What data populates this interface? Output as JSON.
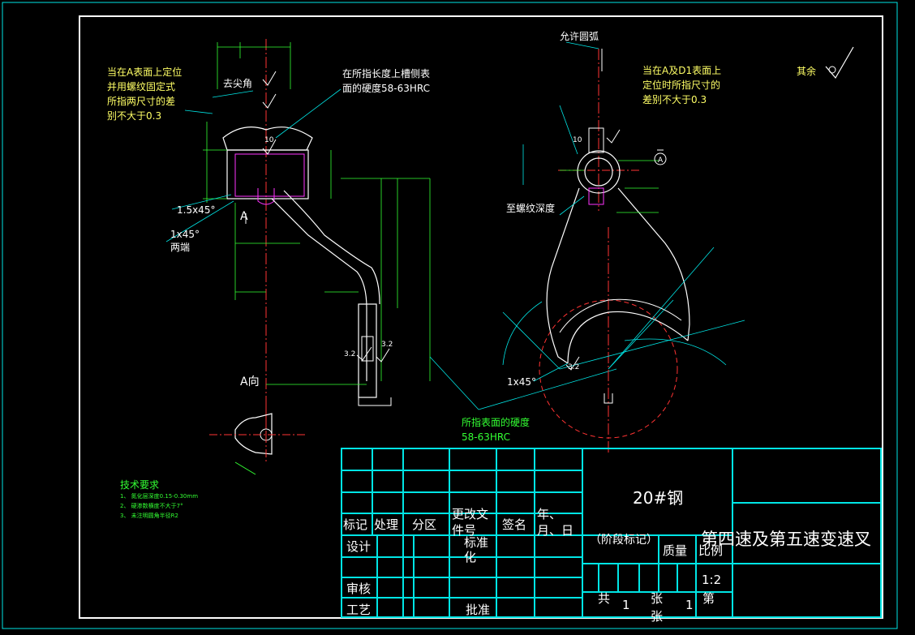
{
  "annotations": {
    "note_a_positioning": [
      "当在A表面上定位",
      "并用螺纹固定式",
      "所指两尺寸的差",
      "别不大于0.3"
    ],
    "note_groove_hardness": [
      "在所指长度上槽侧表",
      "面的硬度58-63HRC"
    ],
    "deburr": "去尖角",
    "chamfer_15": "1.5x45°",
    "label_a": "A",
    "chamfer_1_ends": [
      "1x45°",
      "两端"
    ],
    "view_a": "A向",
    "arc_allowed": "允许圆弧",
    "note_a_d1": [
      "当在A及D1表面上",
      "定位时所指尺寸的",
      "差别不大于0.3"
    ],
    "rest": "其余",
    "thread_depth": "至螺纹深度",
    "chamfer_1_right": "1x45°",
    "surface_hardness": [
      "所指表面的硬度",
      "58-63HRC"
    ],
    "roughness_32a": "3.2",
    "roughness_32b": "3.2",
    "roughness_10a": "10",
    "roughness_10b": "10",
    "roughness_32c": "3.2",
    "datum_a": "A"
  },
  "tech_requirements": {
    "heading": "技术要求",
    "items": [
      "1、 氮化层深度0.15-0.30mm",
      "2、 硬渗数横度不大于7°",
      "3、 未注明圆角半径R2"
    ]
  },
  "title_block": {
    "material": "20#钢",
    "part_name": "第四速及第五速变速叉",
    "labels": {
      "mark": "标记",
      "process": "处理",
      "zone": "分区",
      "change_doc": "更改文件号",
      "signature": "签名",
      "date": "年、月、日",
      "design": "设计",
      "standardize": "标准化",
      "stage_mark": "（阶段标记）",
      "mass": "质量",
      "scale": "比例",
      "review": "审核",
      "craft": "工艺",
      "approve": "批准",
      "total": "共",
      "sheets": "张",
      "sheet_no": "第",
      "sheet_unit": "张"
    },
    "values": {
      "scale_value": "1:2",
      "total_sheets": "1",
      "sheet_index": "1"
    }
  },
  "colors": {
    "background": "#000000",
    "frame": "#ffffff",
    "title_block": "#00e5e5",
    "dimension": "#33ff33",
    "outline": "#ffffff",
    "center_line": "#ff3333",
    "hidden": "#ff33ff",
    "note": "#ffff66",
    "leader": "#00e5e5"
  }
}
